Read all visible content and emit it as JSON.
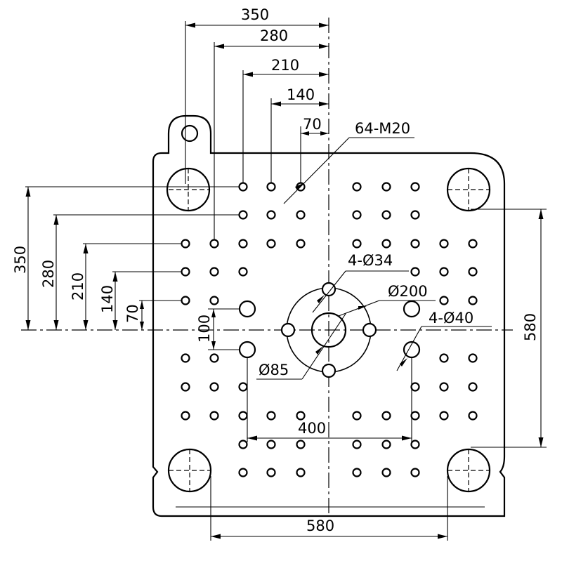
{
  "drawing": {
    "top_dimensions": [
      "350",
      "280",
      "210",
      "140",
      "70"
    ],
    "left_dimensions": [
      "350",
      "280",
      "210",
      "140",
      "70"
    ],
    "callouts": {
      "tapped_holes": "64-M20",
      "bolt_holes": "4-Ø34",
      "pilot_diameter": "Ø200",
      "bore_diameter": "Ø85",
      "corner_holes": "4-Ø40"
    },
    "inner_vertical_spacing": "100",
    "inner_horizontal_spacing": "400",
    "tie_bar_horizontal": "580",
    "tie_bar_vertical": "580"
  }
}
